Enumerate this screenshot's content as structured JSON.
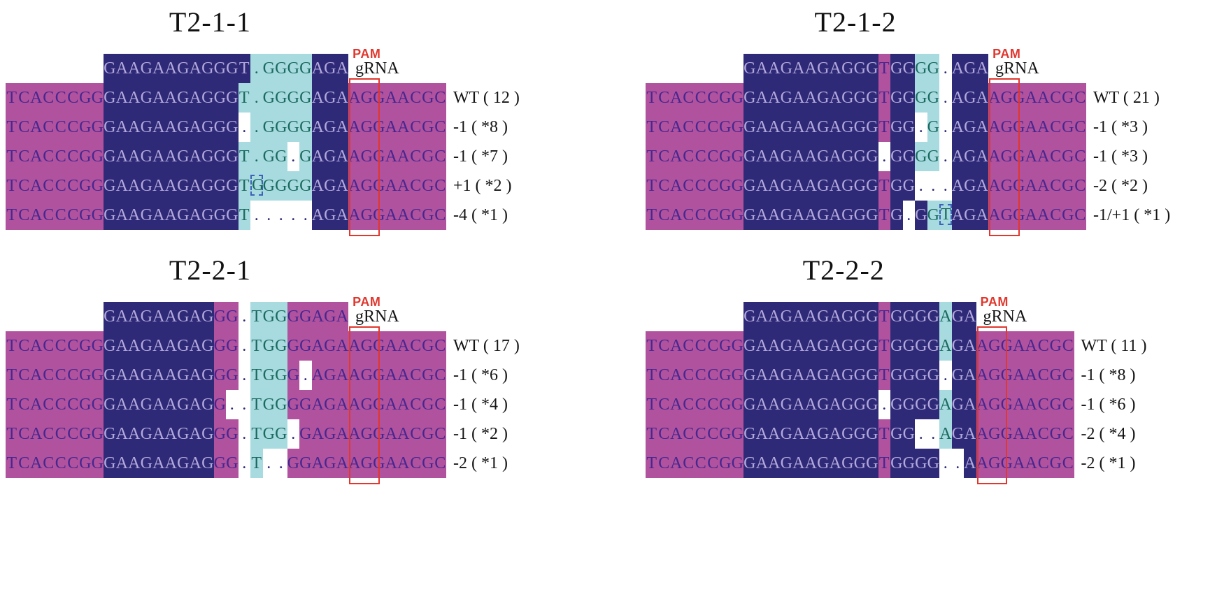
{
  "colors": {
    "magenta": "#b1529e",
    "navy": "#2f2a77",
    "cyan": "#a8dbe0",
    "white": "#ffffff",
    "text_on_magenta": "#45278f",
    "text_on_navy": "#b3a9dd",
    "text_on_cyan": "#1b6a5e",
    "text_gap": "#2f2a77",
    "pam_red": "#e0372e",
    "insert_box": "#3a62b8",
    "label_text": "#151515"
  },
  "panels": [
    {
      "title": "T2-1-1",
      "pam_label": "PAM",
      "pam_sequence": "AGG",
      "rows": [
        {
          "label": "gRNA",
          "indent": 8,
          "segs": [
            {
              "t": "GAAGAAGAGGGT",
              "bg": "n"
            },
            {
              "t": ".",
              "bg": "c"
            },
            {
              "t": "GGGG",
              "bg": "c"
            },
            {
              "t": "AGA",
              "bg": "n"
            }
          ]
        },
        {
          "label": "WT ( 12 )",
          "segs": [
            {
              "t": "TCACCCGG",
              "bg": "m"
            },
            {
              "t": "GAAGAAGAGGG",
              "bg": "n"
            },
            {
              "t": "T.GGGG",
              "bg": "c"
            },
            {
              "t": "AGA",
              "bg": "n"
            },
            {
              "t": "AGGAACGC",
              "bg": "m"
            }
          ]
        },
        {
          "label": "-1 ( *8 )",
          "segs": [
            {
              "t": "TCACCCGG",
              "bg": "m"
            },
            {
              "t": "GAAGAAGAGGG",
              "bg": "n"
            },
            {
              "t": ".",
              "bg": "w"
            },
            {
              "t": ".GGGG",
              "bg": "c"
            },
            {
              "t": "AGA",
              "bg": "n"
            },
            {
              "t": "AGGAACGC",
              "bg": "m"
            }
          ]
        },
        {
          "label": "-1 ( *7 )",
          "segs": [
            {
              "t": "TCACCCGG",
              "bg": "m"
            },
            {
              "t": "GAAGAAGAGGG",
              "bg": "n"
            },
            {
              "t": "T.GG",
              "bg": "c"
            },
            {
              "t": ".",
              "bg": "w"
            },
            {
              "t": "G",
              "bg": "c"
            },
            {
              "t": "AGA",
              "bg": "n"
            },
            {
              "t": "AGGAACGC",
              "bg": "m"
            }
          ]
        },
        {
          "label": "+1 ( *2 )",
          "segs": [
            {
              "t": "TCACCCGG",
              "bg": "m"
            },
            {
              "t": "GAAGAAGAGGG",
              "bg": "n"
            },
            {
              "t": "T",
              "bg": "c"
            },
            {
              "t": "G",
              "bg": "c",
              "box": true
            },
            {
              "t": "GGGG",
              "bg": "c"
            },
            {
              "t": "AGA",
              "bg": "n"
            },
            {
              "t": "AGGAACGC",
              "bg": "m"
            }
          ]
        },
        {
          "label": "-4 ( *1 )",
          "segs": [
            {
              "t": "TCACCCGG",
              "bg": "m"
            },
            {
              "t": "GAAGAAGAGGG",
              "bg": "n"
            },
            {
              "t": "T",
              "bg": "c"
            },
            {
              "t": ".....",
              "bg": "w"
            },
            {
              "t": "AGA",
              "bg": "n"
            },
            {
              "t": "AGGAACGC",
              "bg": "m"
            }
          ]
        }
      ]
    },
    {
      "title": "T2-1-2",
      "pam_label": "PAM",
      "pam_sequence": "AGG",
      "rows": [
        {
          "label": "gRNA",
          "indent": 8,
          "segs": [
            {
              "t": "GAAGAAGAGGG",
              "bg": "n"
            },
            {
              "t": "T",
              "bg": "m"
            },
            {
              "t": "GG",
              "bg": "n"
            },
            {
              "t": "GG",
              "bg": "c"
            },
            {
              "t": ".",
              "bg": "w"
            },
            {
              "t": "AGA",
              "bg": "n"
            }
          ]
        },
        {
          "label": "WT ( 21 )",
          "segs": [
            {
              "t": "TCACCCGG",
              "bg": "m"
            },
            {
              "t": "GAAGAAGAGGG",
              "bg": "n"
            },
            {
              "t": "T",
              "bg": "m"
            },
            {
              "t": "GG",
              "bg": "n"
            },
            {
              "t": "GG",
              "bg": "c"
            },
            {
              "t": ".",
              "bg": "w"
            },
            {
              "t": "AGA",
              "bg": "n"
            },
            {
              "t": "AGGAACGC",
              "bg": "m"
            }
          ]
        },
        {
          "label": "-1 ( *3 )",
          "segs": [
            {
              "t": "TCACCCGG",
              "bg": "m"
            },
            {
              "t": "GAAGAAGAGGG",
              "bg": "n"
            },
            {
              "t": "T",
              "bg": "m"
            },
            {
              "t": "GG",
              "bg": "n"
            },
            {
              "t": ".",
              "bg": "w"
            },
            {
              "t": "G",
              "bg": "c"
            },
            {
              "t": ".",
              "bg": "w"
            },
            {
              "t": "AGA",
              "bg": "n"
            },
            {
              "t": "AGGAACGC",
              "bg": "m"
            }
          ]
        },
        {
          "label": "-1 ( *3 )",
          "segs": [
            {
              "t": "TCACCCGG",
              "bg": "m"
            },
            {
              "t": "GAAGAAGAGGG",
              "bg": "n"
            },
            {
              "t": ".",
              "bg": "w"
            },
            {
              "t": "GG",
              "bg": "n"
            },
            {
              "t": "GG",
              "bg": "c"
            },
            {
              "t": ".",
              "bg": "w"
            },
            {
              "t": "AGA",
              "bg": "n"
            },
            {
              "t": "AGGAACGC",
              "bg": "m"
            }
          ]
        },
        {
          "label": "-2 ( *2 )",
          "segs": [
            {
              "t": "TCACCCGG",
              "bg": "m"
            },
            {
              "t": "GAAGAAGAGGG",
              "bg": "n"
            },
            {
              "t": "T",
              "bg": "m"
            },
            {
              "t": "GG",
              "bg": "n"
            },
            {
              "t": "...",
              "bg": "w"
            },
            {
              "t": "AGA",
              "bg": "n"
            },
            {
              "t": "AGGAACGC",
              "bg": "m"
            }
          ]
        },
        {
          "label": "-1/+1 ( *1 )",
          "segs": [
            {
              "t": "TCACCCGG",
              "bg": "m"
            },
            {
              "t": "GAAGAAGAGGG",
              "bg": "n"
            },
            {
              "t": "T",
              "bg": "m"
            },
            {
              "t": "G",
              "bg": "n"
            },
            {
              "t": ".",
              "bg": "w"
            },
            {
              "t": "G",
              "bg": "n"
            },
            {
              "t": "G",
              "bg": "c"
            },
            {
              "t": "T",
              "bg": "c",
              "box": true
            },
            {
              "t": "AGA",
              "bg": "n"
            },
            {
              "t": "AGGAACGC",
              "bg": "m"
            }
          ]
        }
      ]
    },
    {
      "title": "T2-2-1",
      "pam_label": "PAM",
      "pam_sequence": "AGG",
      "rows": [
        {
          "label": "gRNA",
          "indent": 8,
          "segs": [
            {
              "t": "GAAGAAGAG",
              "bg": "n"
            },
            {
              "t": "GG",
              "bg": "m"
            },
            {
              "t": ".",
              "bg": "w"
            },
            {
              "t": "TGG",
              "bg": "c"
            },
            {
              "t": "GGAGA",
              "bg": "m"
            }
          ]
        },
        {
          "label": "WT ( 17 )",
          "segs": [
            {
              "t": "TCACCCGG",
              "bg": "m"
            },
            {
              "t": "GAAGAAGAG",
              "bg": "n"
            },
            {
              "t": "GG",
              "bg": "m"
            },
            {
              "t": ".",
              "bg": "w"
            },
            {
              "t": "TGG",
              "bg": "c"
            },
            {
              "t": "GGAGA",
              "bg": "m"
            },
            {
              "t": "AGGAACGC",
              "bg": "m"
            }
          ]
        },
        {
          "label": "-1 ( *6 )",
          "segs": [
            {
              "t": "TCACCCGG",
              "bg": "m"
            },
            {
              "t": "GAAGAAGAG",
              "bg": "n"
            },
            {
              "t": "GG",
              "bg": "m"
            },
            {
              "t": ".",
              "bg": "w"
            },
            {
              "t": "TGG",
              "bg": "c"
            },
            {
              "t": "G",
              "bg": "m"
            },
            {
              "t": ".",
              "bg": "w"
            },
            {
              "t": "AGA",
              "bg": "m"
            },
            {
              "t": "AGGAACGC",
              "bg": "m"
            }
          ]
        },
        {
          "label": "-1 ( *4 )",
          "segs": [
            {
              "t": "TCACCCGG",
              "bg": "m"
            },
            {
              "t": "GAAGAAGAG",
              "bg": "n"
            },
            {
              "t": "G",
              "bg": "m"
            },
            {
              "t": "..",
              "bg": "w"
            },
            {
              "t": "TGG",
              "bg": "c"
            },
            {
              "t": "GGAGA",
              "bg": "m"
            },
            {
              "t": "AGGAACGC",
              "bg": "m"
            }
          ]
        },
        {
          "label": "-1 ( *2 )",
          "segs": [
            {
              "t": "TCACCCGG",
              "bg": "m"
            },
            {
              "t": "GAAGAAGAG",
              "bg": "n"
            },
            {
              "t": "GG",
              "bg": "m"
            },
            {
              "t": ".",
              "bg": "w"
            },
            {
              "t": "TGG",
              "bg": "c"
            },
            {
              "t": ".",
              "bg": "w"
            },
            {
              "t": "GAGA",
              "bg": "m"
            },
            {
              "t": "AGGAACGC",
              "bg": "m"
            }
          ]
        },
        {
          "label": "-2 ( *1 )",
          "segs": [
            {
              "t": "TCACCCGG",
              "bg": "m"
            },
            {
              "t": "GAAGAAGAG",
              "bg": "n"
            },
            {
              "t": "GG",
              "bg": "m"
            },
            {
              "t": ".",
              "bg": "w"
            },
            {
              "t": "T",
              "bg": "c"
            },
            {
              "t": "..",
              "bg": "w"
            },
            {
              "t": "GGAGA",
              "bg": "m"
            },
            {
              "t": "AGGAACGC",
              "bg": "m"
            }
          ]
        }
      ]
    },
    {
      "title": "T2-2-2",
      "pam_label": "PAM",
      "pam_sequence": "AGG",
      "rows": [
        {
          "label": "gRNA",
          "indent": 8,
          "segs": [
            {
              "t": "GAAGAAGAGGG",
              "bg": "n"
            },
            {
              "t": "T",
              "bg": "m"
            },
            {
              "t": "GGGG",
              "bg": "n"
            },
            {
              "t": "A",
              "bg": "c"
            },
            {
              "t": "GA",
              "bg": "n"
            }
          ]
        },
        {
          "label": "WT ( 11 )",
          "segs": [
            {
              "t": "TCACCCGG",
              "bg": "m"
            },
            {
              "t": "GAAGAAGAGGG",
              "bg": "n"
            },
            {
              "t": "T",
              "bg": "m"
            },
            {
              "t": "GGGG",
              "bg": "n"
            },
            {
              "t": "A",
              "bg": "c"
            },
            {
              "t": "GA",
              "bg": "n"
            },
            {
              "t": "AGGAACGC",
              "bg": "m"
            }
          ]
        },
        {
          "label": "-1 ( *8 )",
          "segs": [
            {
              "t": "TCACCCGG",
              "bg": "m"
            },
            {
              "t": "GAAGAAGAGGG",
              "bg": "n"
            },
            {
              "t": "T",
              "bg": "m"
            },
            {
              "t": "GGGG",
              "bg": "n"
            },
            {
              "t": ".",
              "bg": "w"
            },
            {
              "t": "GA",
              "bg": "n"
            },
            {
              "t": "AGGAACGC",
              "bg": "m"
            }
          ]
        },
        {
          "label": "-1 ( *6 )",
          "segs": [
            {
              "t": "TCACCCGG",
              "bg": "m"
            },
            {
              "t": "GAAGAAGAGGG",
              "bg": "n"
            },
            {
              "t": ".",
              "bg": "w"
            },
            {
              "t": "GGGG",
              "bg": "n"
            },
            {
              "t": "A",
              "bg": "c"
            },
            {
              "t": "GA",
              "bg": "n"
            },
            {
              "t": "AGGAACGC",
              "bg": "m"
            }
          ]
        },
        {
          "label": "-2 ( *4 )",
          "segs": [
            {
              "t": "TCACCCGG",
              "bg": "m"
            },
            {
              "t": "GAAGAAGAGGG",
              "bg": "n"
            },
            {
              "t": "T",
              "bg": "m"
            },
            {
              "t": "GG",
              "bg": "n"
            },
            {
              "t": "..",
              "bg": "w"
            },
            {
              "t": "A",
              "bg": "c"
            },
            {
              "t": "GA",
              "bg": "n"
            },
            {
              "t": "AGGAACGC",
              "bg": "m"
            }
          ]
        },
        {
          "label": "-2 ( *1 )",
          "segs": [
            {
              "t": "TCACCCGG",
              "bg": "m"
            },
            {
              "t": "GAAGAAGAGGG",
              "bg": "n"
            },
            {
              "t": "T",
              "bg": "m"
            },
            {
              "t": "GGGG",
              "bg": "n"
            },
            {
              "t": "..",
              "bg": "w"
            },
            {
              "t": "A",
              "bg": "n"
            },
            {
              "t": "AGGAACGC",
              "bg": "m"
            }
          ]
        }
      ]
    }
  ]
}
